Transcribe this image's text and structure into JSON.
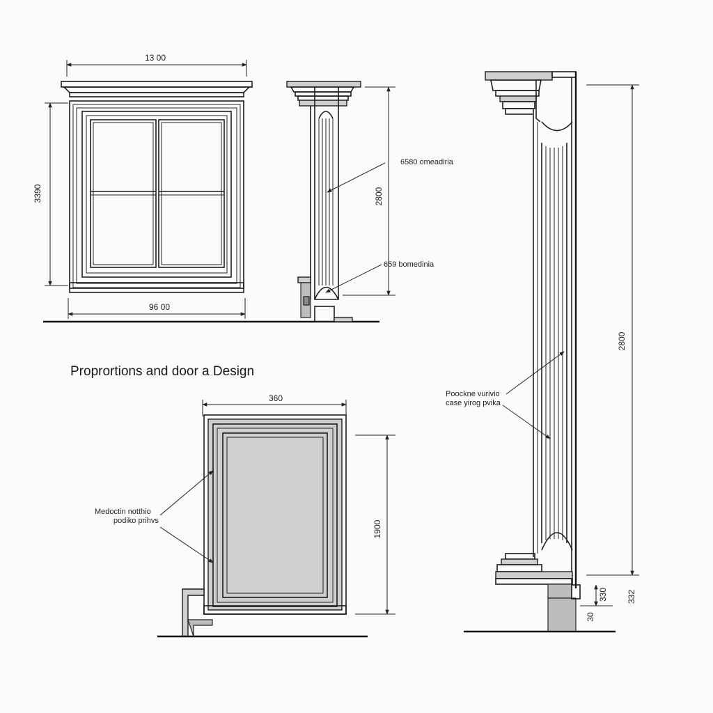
{
  "title": "Proprortions and door a Design",
  "dimensions": {
    "window_width_top": "13 00",
    "window_width_bottom": "96 00",
    "window_height": "3390",
    "section_height": "2800",
    "door_width": "360",
    "door_height": "1900",
    "column_height": "2800",
    "base_height_a": "330",
    "base_height_b": "30",
    "base_height_c": "332"
  },
  "notes": {
    "section_note_1": "6580 omeadiria",
    "section_note_2": "659 bomedinia",
    "column_note_line1": "Poockne vurivio",
    "column_note_line2": "case yirog pvika",
    "door_note_line1": "Medoctin notthio",
    "door_note_line2": "podiko prihvs"
  }
}
